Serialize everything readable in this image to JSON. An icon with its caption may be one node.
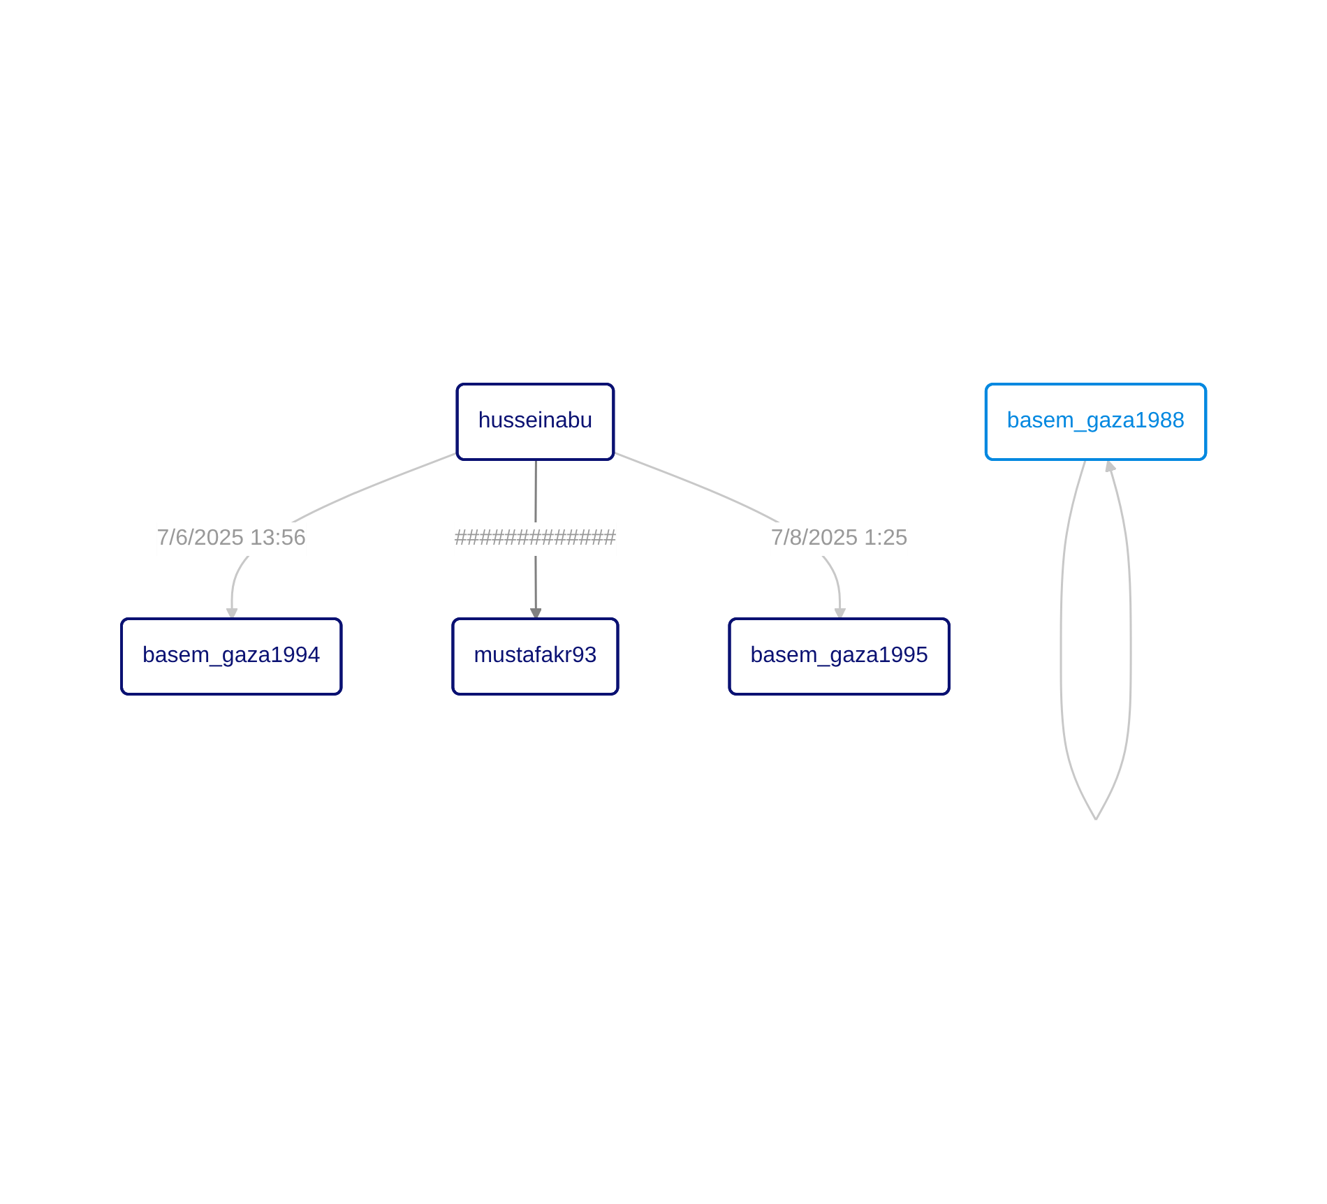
{
  "diagram": {
    "nodes": [
      {
        "text": [
          "husseinabu"
        ]
      },
      {
        "text": [
          "basem_gaza1994"
        ]
      },
      {
        "text": [
          "mustafakr93"
        ]
      },
      {
        "text": [
          "basem_gaza1995"
        ]
      },
      {
        "text": [
          "basem_gaza1988"
        ]
      }
    ],
    "edges": [
      {
        "from": 0,
        "to": 1,
        "arrow": "to",
        "label": "7/6/2025 13:56"
      },
      {
        "from": 0,
        "to": 2,
        "arrow": "to",
        "label": "#############",
        "color": "#808080"
      },
      {
        "from": 0,
        "to": 3,
        "arrow": "to",
        "label": "7/8/2025 1:25"
      },
      {
        "from": 4,
        "to": 4,
        "arrow": "to"
      }
    ]
  }
}
